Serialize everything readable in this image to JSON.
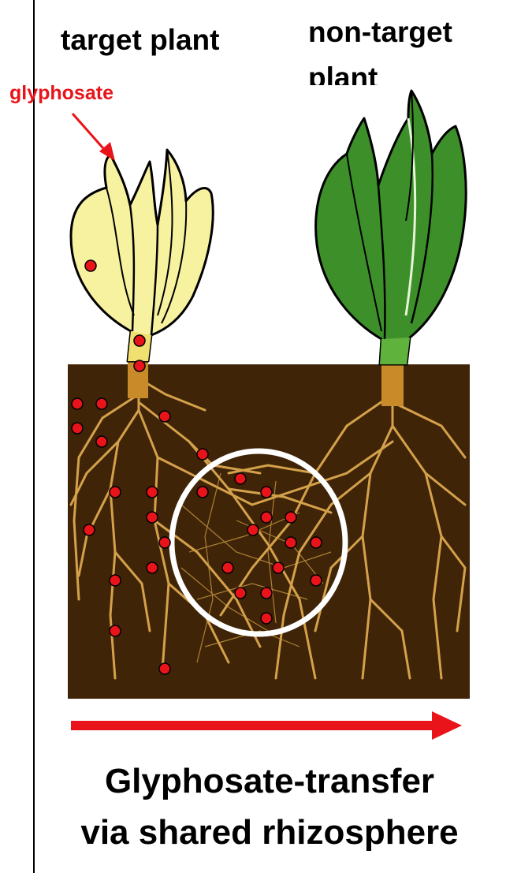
{
  "labels": {
    "target_plant": "target plant",
    "non_target_plant": "non-target plant",
    "glyphosate": "glyphosate"
  },
  "caption": {
    "line1": "Glyphosate-transfer",
    "line2": "via shared rhizosphere"
  },
  "colors": {
    "soil": "#3f2408",
    "root": "#d4a14a",
    "target_leaf": "#f7f2a0",
    "target_leaf_base": "#f0e070",
    "non_target_leaf": "#3d8f2a",
    "non_target_leaf_light": "#5fb33c",
    "stem": "#c98a2a",
    "dot": "#e8141a",
    "arrow": "#e8141a",
    "circle": "#ffffff"
  }
}
